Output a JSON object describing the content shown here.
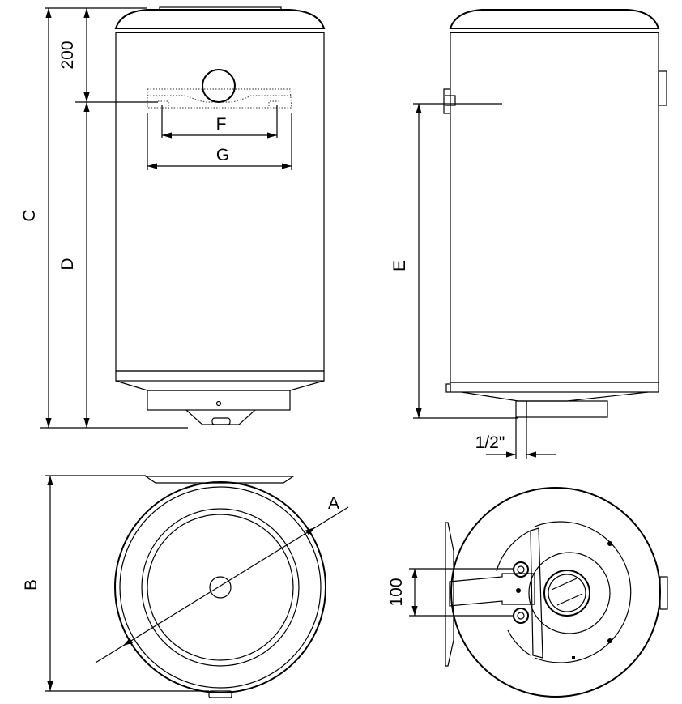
{
  "title": "Water heater dimension drawing",
  "dimensions": {
    "c": "C",
    "top_offset": "200",
    "d": "D",
    "f": "F",
    "g": "G",
    "e": "E",
    "pipe_thread": "1/2\"",
    "a": "A",
    "b": "B",
    "pipe_spacing": "100"
  },
  "colors": {
    "line": "#000000",
    "background": "#ffffff"
  }
}
